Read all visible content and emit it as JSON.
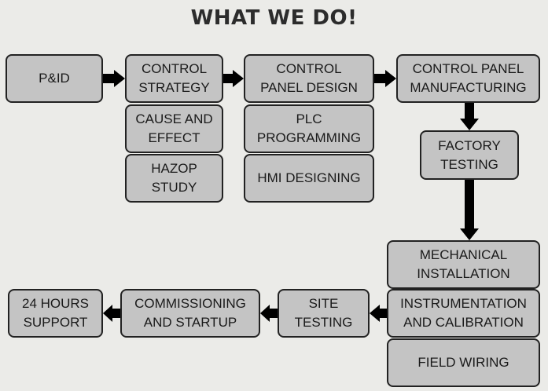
{
  "title": "WHAT WE DO!",
  "boxes": {
    "pid": "P&ID",
    "control_strategy": "CONTROL\nSTRATEGY",
    "cause_effect": "CAUSE AND\nEFFECT",
    "hazop": "HAZOP\nSTUDY",
    "panel_design": "CONTROL\nPANEL DESIGN",
    "plc": "PLC\nPROGRAMMING",
    "hmi": "HMI DESIGNING",
    "manufacturing": "CONTROL PANEL\nMANUFACTURING",
    "factory_testing": "FACTORY\nTESTING",
    "mechanical": "MECHANICAL\nINSTALLATION",
    "instrumentation": "INSTRUMENTATION\nAND CALIBRATION",
    "field_wiring": "FIELD WIRING",
    "site_testing": "SITE\nTESTING",
    "commissioning": "COMMISSIONING\nAND STARTUP",
    "support": "24 HOURS\nSUPPORT"
  },
  "colors": {
    "box_fill": "#c4c4c4",
    "border": "#222222",
    "arrow": "#000000",
    "background": "#ebebe8"
  }
}
